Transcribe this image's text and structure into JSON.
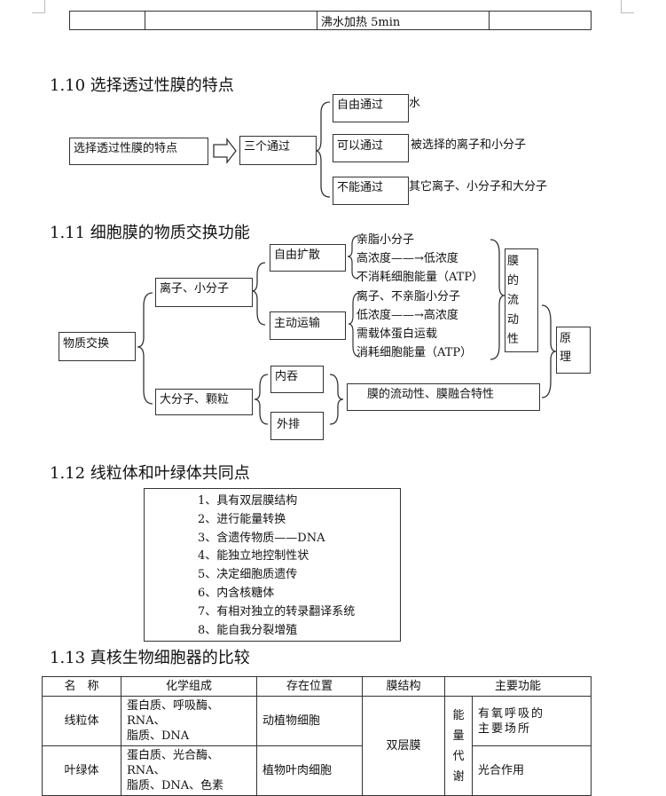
{
  "top_row": {
    "text": "沸水加热 5min"
  },
  "sections": [
    {
      "title": "1.10 选择透过性膜的特点"
    },
    {
      "title": "1.11 细胞膜的物质交换功能"
    },
    {
      "title": "1.12 线粒体和叶绿体共同点"
    },
    {
      "title": "1.13 真核生物细胞器的比较"
    }
  ],
  "diagram1": {
    "root": "选择透过性膜的特点",
    "mid": "三个通过",
    "branches": [
      {
        "label": "自由通过",
        "desc": "水"
      },
      {
        "label": "可以通过",
        "desc": "被选择的离子和小分子"
      },
      {
        "label": "不能通过",
        "desc": "其它离子、小分子和大分子"
      }
    ]
  },
  "diagram2": {
    "root": "物质交换",
    "ion": "离子、小分子",
    "macro": "大分子、颗粒",
    "free": "自由扩散",
    "active": "主动运输",
    "free_lines": [
      "亲脂小分子",
      "高浓度——→低浓度",
      "不消耗细胞能量（ATP）"
    ],
    "active_lines": [
      "离子、不亲脂小分子",
      "低浓度——→高浓度",
      "需载体蛋白运载",
      "消耗细胞能量（ATP）"
    ],
    "fluid_vertical": [
      "膜",
      "的",
      "流",
      "动",
      "性"
    ],
    "endo": "内吞",
    "exo": "外排",
    "macro_desc": "膜的流动性、膜融合特性",
    "principle": [
      "原",
      "理"
    ]
  },
  "list112": {
    "items": [
      "1、具有双层膜结构",
      "2、进行能量转换",
      "3、含遗传物质——DNA",
      "4、能独立地控制性状",
      "5、决定细胞质遗传",
      "6、内含核糖体",
      "7、有相对独立的转录翻译系统",
      "8、能自我分裂增殖"
    ]
  },
  "table113": {
    "headers": [
      "名　称",
      "化学组成",
      "存在位置",
      "膜结构",
      "主要功能"
    ],
    "rows": [
      {
        "name": "线粒体",
        "composition": [
          "蛋白质、呼吸酶、RNA、",
          "脂质、DNA"
        ],
        "location": "动植物细胞",
        "function": [
          "有氧呼吸的",
          "主要场所"
        ]
      },
      {
        "name": "叶绿体",
        "composition": [
          "蛋白质、光合酶、RNA、",
          "脂质、DNA、色素"
        ],
        "location": "植物叶肉细胞",
        "function": [
          "光合作用"
        ]
      }
    ],
    "membrane": "双层膜",
    "function_group": [
      "能",
      "量",
      "代",
      "谢"
    ]
  }
}
